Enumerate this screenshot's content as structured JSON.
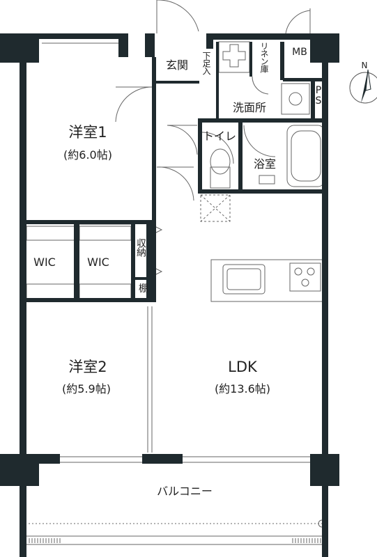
{
  "rooms": {
    "western1": {
      "name": "洋室1",
      "size": "(約6.0帖)"
    },
    "western2": {
      "name": "洋室2",
      "size": "(約5.9帖)"
    },
    "ldk": {
      "name": "LDK",
      "size": "(約13.6帖)"
    },
    "wic_left": "WIC",
    "wic_right": "WIC",
    "entrance": "玄関",
    "shoe_box": "下足入",
    "linen": "リネン庫",
    "mb": "MB",
    "ps": "PS",
    "washroom": "洗面所",
    "toilet": "トイレ",
    "bath": "浴室",
    "storage": "収納",
    "shelf": "棚",
    "balcony": "バルコニー"
  },
  "compass": {
    "label": "N"
  },
  "colors": {
    "wall": "#1f2a2e",
    "line": "#555555",
    "text": "#222222"
  }
}
